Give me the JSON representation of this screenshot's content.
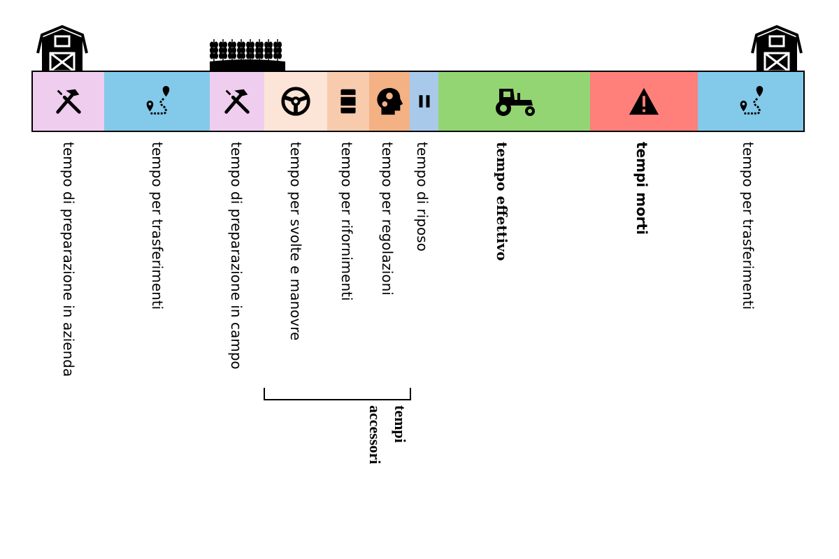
{
  "segments": [
    {
      "label": "tempo di preparazione in azienda",
      "icon": "tools-icon",
      "color": "#EFCDEF"
    },
    {
      "label": "tempo per trasferimenti",
      "icon": "route-icon",
      "color": "#83C9E9"
    },
    {
      "label": "tempo di preparazione in campo",
      "icon": "tools-icon",
      "color": "#EFCDEF"
    },
    {
      "label": "tempo per svolte e manovre",
      "icon": "steering-wheel-icon",
      "color": "#FCE4D6"
    },
    {
      "label": "tempo per rifornimenti",
      "icon": "fuel-barrel-icon",
      "color": "#F8CBAD"
    },
    {
      "label": "tempo per regolazioni",
      "icon": "head-gears-icon",
      "color": "#F4B183"
    },
    {
      "label": "tempo di riposo",
      "icon": "pause-icon",
      "color": "#A8C9EA"
    },
    {
      "label": "tempo effettivo",
      "icon": "tractor-icon",
      "color": "#92D572"
    },
    {
      "label": "tempi morti",
      "icon": "warning-icon",
      "color": "#FF7F7B"
    },
    {
      "label": "tempo per trasferimenti",
      "icon": "route-icon",
      "color": "#83C9E9"
    }
  ],
  "group": {
    "line1": "tempi",
    "line2": "accessori"
  }
}
